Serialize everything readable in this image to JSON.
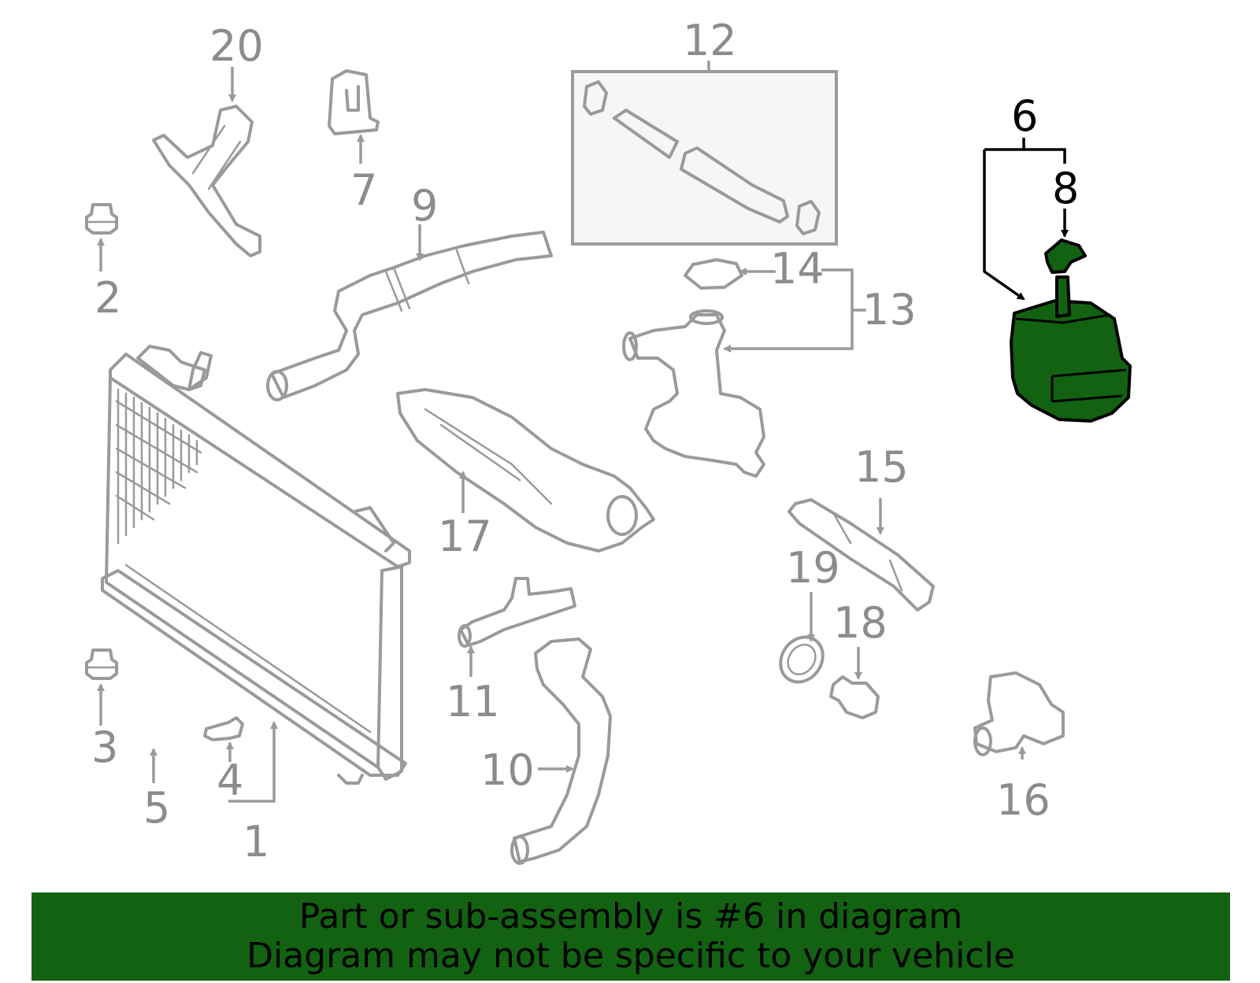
{
  "diagram": {
    "highlight_color": "#126212",
    "callouts": [
      "1",
      "2",
      "3",
      "4",
      "5",
      "6",
      "7",
      "8",
      "9",
      "10",
      "11",
      "12",
      "13",
      "14",
      "15",
      "16",
      "17",
      "18",
      "19",
      "20"
    ],
    "highlighted_callouts": [
      "6",
      "8"
    ]
  },
  "banner": {
    "line1": "Part or sub-assembly is #6 in diagram",
    "line2": "Diagram may not be specific to your vehicle"
  }
}
